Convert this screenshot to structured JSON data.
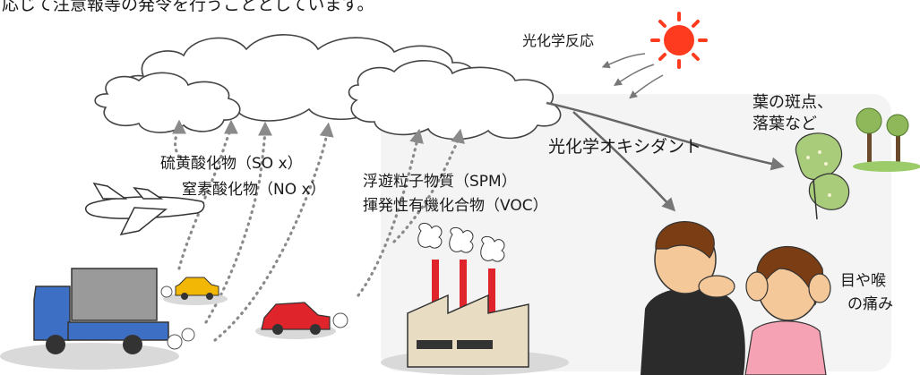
{
  "header_text": "応じて注意報等の発令を行うこととしています。",
  "labels": {
    "photochemical_reaction": "光化学反応",
    "sox": "硫黄酸化物（SO x）",
    "nox": "窒素酸化物（NO x）",
    "spm": "浮遊粒子物質（SPM）",
    "voc": "揮発性有機化合物（VOC）",
    "oxidant": "光化学オキシダント",
    "leaf_line1": "葉の斑点、",
    "leaf_line2": "落葉など",
    "eye_line1": "目や喉",
    "eye_line2": "の痛み"
  },
  "colors": {
    "sun": "#ff3b1f",
    "truck_cab": "#3d6fc4",
    "truck_box": "#9a9a9a",
    "car_red": "#e0242b",
    "car_yellow": "#f2b705",
    "leaf": "#a8cc7a",
    "shirt_pink": "#f5a3b4"
  }
}
